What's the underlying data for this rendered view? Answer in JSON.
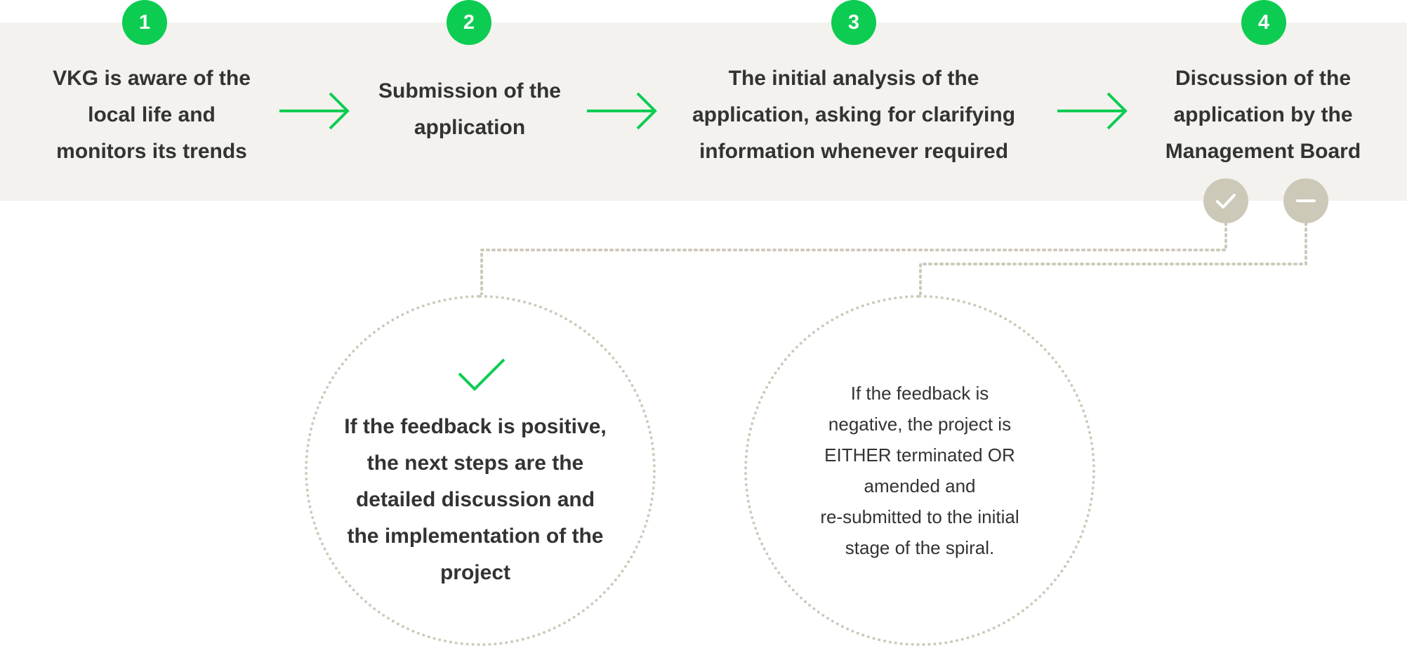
{
  "colors": {
    "accent_green": "#0dcc52",
    "band_background": "#f3f2ee",
    "decision_gray": "#cdc9b9",
    "text_dark": "#333333"
  },
  "steps": [
    {
      "number": "1",
      "text": "VKG is aware of the\nlocal life and\nmonitors its trends"
    },
    {
      "number": "2",
      "text": "Submission of the\napplication"
    },
    {
      "number": "3",
      "text": "The initial analysis of the\napplication, asking for clarifying\ninformation whenever required"
    },
    {
      "number": "4",
      "text": "Discussion of the\napplication by the\nManagement Board"
    }
  ],
  "decisions": {
    "approve_icon": "check-icon",
    "reject_icon": "minus-icon"
  },
  "outcomes": {
    "positive": {
      "icon": "check-icon",
      "text": "If the feedback is positive,\nthe next steps are the\ndetailed discussion and\nthe implementation of the\nproject"
    },
    "negative": {
      "text": "If the feedback is\nnegative, the project is\nEITHER terminated OR\namended and\nre-submitted to the initial\nstage of the spiral."
    }
  }
}
